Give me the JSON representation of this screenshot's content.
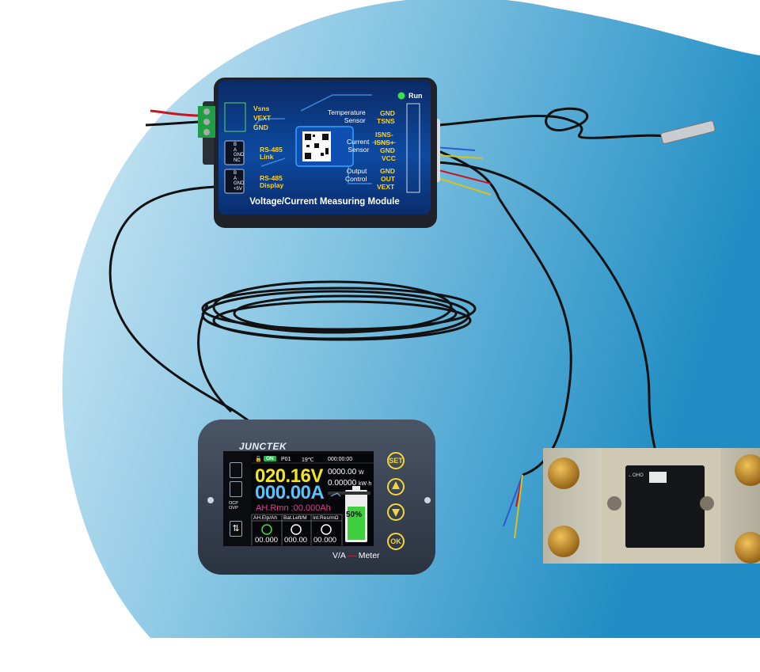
{
  "module": {
    "title": "Voltage/Current Measuring Module",
    "run_label": "Run",
    "power_pins": [
      "Vsns",
      "VEXT",
      "GND"
    ],
    "rs485_link": {
      "label": "RS-485\nLink",
      "pins": [
        "B",
        "A",
        "GND",
        "NC"
      ]
    },
    "rs485_display": {
      "label": "RS-485\nDisplay",
      "pins": [
        "B",
        "A",
        "GND",
        "+5V"
      ]
    },
    "temperature_sensor": {
      "label": "Temperature\nSensor",
      "pins": [
        "GND",
        "TSNS"
      ]
    },
    "current_sensor": {
      "label": "Current\nSensor",
      "pins": [
        "ISNS-",
        "ISNS+",
        "GND",
        "VCC"
      ]
    },
    "output_control": {
      "label": "Output\nControl",
      "pins": [
        "GND",
        "OUT",
        "VEXT"
      ]
    }
  },
  "meter": {
    "brand": "JUNCTEK",
    "footer_left": "V/A",
    "footer_right": "Meter",
    "status": {
      "on": "ON",
      "profile": "P01",
      "temperature": "19℃",
      "time": "000:00:00"
    },
    "voltage": "020.16V",
    "current": "000.00A",
    "power": "0000.00",
    "power_unit": "W",
    "energy": "0.00000",
    "energy_unit": "kW·h",
    "ah_remaining": "AH.Rmn :00.000Ah",
    "table_headers": [
      "AH.Elp/Ah",
      "Bat.Left/M",
      "Int.Res/mΩ"
    ],
    "table_values": [
      "00.000",
      "000.00",
      "00.000"
    ],
    "battery_percent": "50%",
    "side_labels": [
      "OCP",
      "OVP"
    ],
    "buttons": [
      "SET",
      "OK"
    ],
    "colors": {
      "voltage": "#f2e61a",
      "current": "#58c3ff",
      "ah": "#ee3a95",
      "button": "#f3d63a"
    }
  },
  "shunt": {
    "label": "←OHO"
  }
}
